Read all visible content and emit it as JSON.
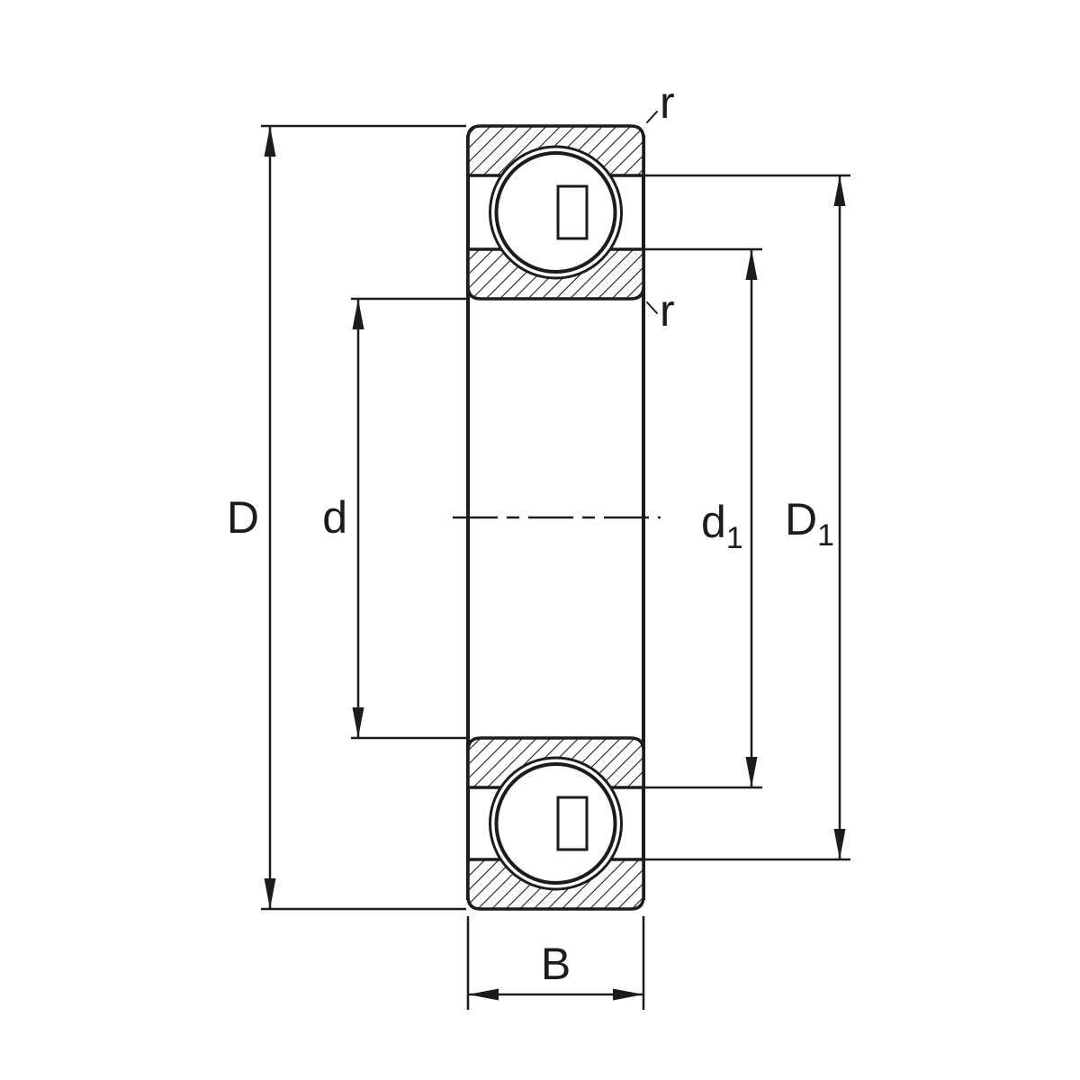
{
  "drawing": {
    "subject": "radial-deep-groove-ball-bearing-cross-section",
    "dimension_labels": {
      "D": {
        "base": "D",
        "sub": ""
      },
      "d": {
        "base": "d",
        "sub": ""
      },
      "d1": {
        "base": "d",
        "sub": "1"
      },
      "D1": {
        "base": "D",
        "sub": "1"
      },
      "B": {
        "base": "B",
        "sub": ""
      },
      "r_outer": {
        "base": "r"
      },
      "r_inner": {
        "base": "r"
      }
    },
    "colors": {
      "line": "#1c1c1c",
      "background": "#ffffff"
    }
  }
}
